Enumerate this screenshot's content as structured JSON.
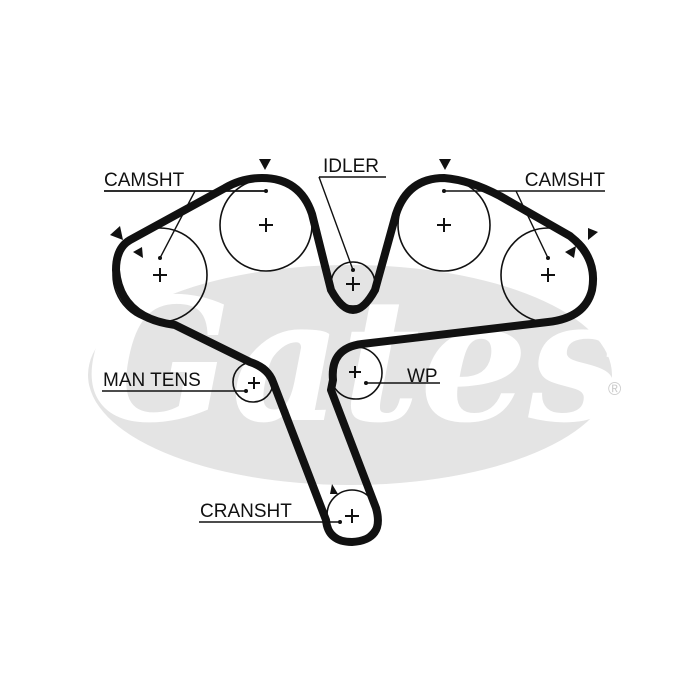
{
  "watermark": {
    "brand": "Gates",
    "registered": "®",
    "color": "#e4e4e4"
  },
  "labels": {
    "camshaft_left": "CAMSHT",
    "camshaft_right": "CAMSHT",
    "idler": "IDLER",
    "manual_tensioner": "MAN TENS",
    "water_pump": "WP",
    "crankshaft": "CRANSHT"
  },
  "colors": {
    "belt": "#111111",
    "background": "#ffffff"
  }
}
